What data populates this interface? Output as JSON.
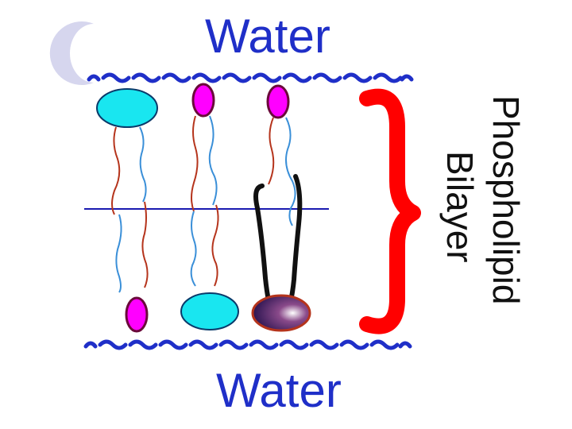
{
  "diagram": {
    "top_label": "Water",
    "bottom_label": "Water",
    "bracket_label_line1": "Phospholipid",
    "bracket_label_line2": "Bilayer"
  },
  "colors": {
    "water_text": "#1f2fc8",
    "water_waves": "#1f2fc8",
    "bracket": "#ff0000",
    "head_cyan": "#19e6f0",
    "head_magenta": "#ff00ff",
    "tail_blue": "#3a8fd8",
    "tail_red": "#b5341c",
    "midline": "#1a1ab0",
    "cholesterol_dark": "#2a1450",
    "bullet": "#d6d6ee"
  }
}
